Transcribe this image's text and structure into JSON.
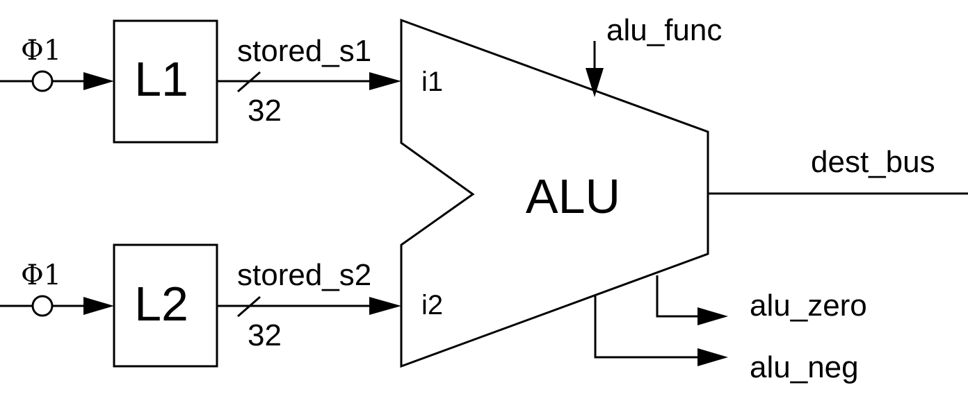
{
  "latches": [
    {
      "label": "L1",
      "clock": "Φ1",
      "output_signal": "stored_s1",
      "bus_width": "32",
      "alu_port": "i1"
    },
    {
      "label": "L2",
      "clock": "Φ1",
      "output_signal": "stored_s2",
      "bus_width": "32",
      "alu_port": "i2"
    }
  ],
  "alu": {
    "label": "ALU",
    "control_input": "alu_func",
    "output": "dest_bus",
    "flags": [
      "alu_zero",
      "alu_neg"
    ]
  }
}
